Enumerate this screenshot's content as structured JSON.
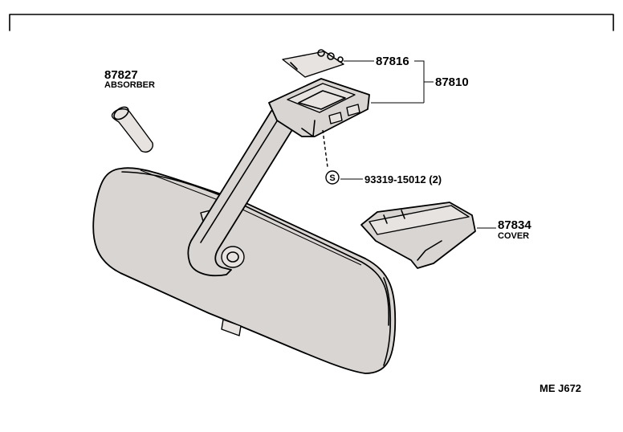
{
  "parts": {
    "absorber": {
      "number": "87827",
      "name": "ABSORBER"
    },
    "holder_sub": {
      "number": "87816"
    },
    "holder_assy": {
      "number": "87810"
    },
    "screw": {
      "symbol": "S",
      "number": "93319-15012 (2)"
    },
    "cover": {
      "number": "87834",
      "name": "COVER"
    }
  },
  "footer": {
    "code": "ME  J672"
  },
  "colors": {
    "ink": "#000000",
    "shade": "#d8d5d3",
    "background": "#ffffff"
  }
}
